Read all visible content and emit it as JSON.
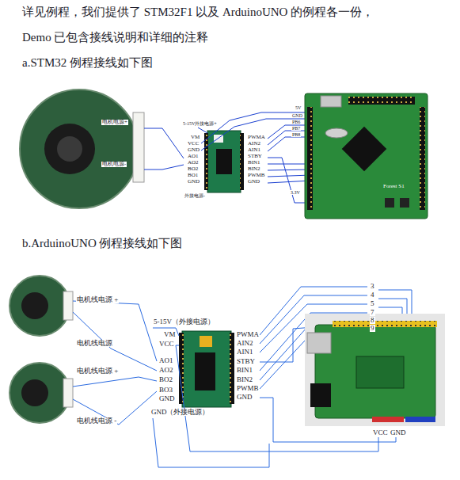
{
  "diagram": {
    "labels": [
      "详见例程，我们提供了 STM32F1 以及 ArduinoUNO 的例程各一份，",
      "Demo 已包含接线说明和详细的注释",
      "a.STM32 例程接线如下图",
      "电机电源+",
      "电机电源-",
      "5-15V外接电源+",
      "VM",
      "VCC",
      "GND",
      "AO1",
      "AO2",
      "BO2",
      "BO1",
      "GND",
      "外接电源-",
      "PWMA",
      "AIN2",
      "AIN1",
      "STBY",
      "BIN1",
      "BIN2",
      "PWMB",
      "GND",
      "5V",
      "GND",
      "PB6",
      "PB7",
      "PB8",
      "3.3V",
      "Forest S1",
      "b.ArduinoUNO 例程接线如下图",
      "电机线电源 +",
      "电机线电源",
      "电机线电源 +",
      "电机线电源 -",
      "5-15V（外接电源）",
      "VM",
      "VCC",
      "AO1",
      "AO2",
      "BO2",
      "BO3",
      "GND",
      "GND（外接电源）",
      "PWMA",
      "AIN2",
      "AIN1",
      "STBY",
      "BIN1",
      "BIN2",
      "PWMB",
      "GND",
      "3",
      "4",
      "5",
      "7",
      "8",
      "9",
      "VCC",
      "GND"
    ]
  }
}
